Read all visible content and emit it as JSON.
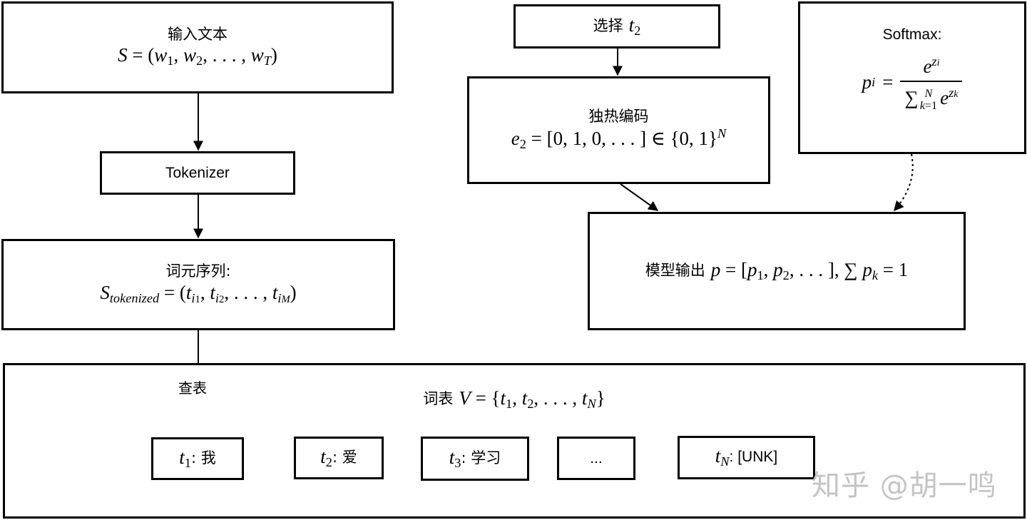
{
  "input_box": {
    "title": "输入文本",
    "formula": "S = (w1, w2, ..., wT)"
  },
  "tokenizer_box": {
    "label": "Tokenizer"
  },
  "token_seq_box": {
    "title": "词元序列:",
    "formula": "S_tokenized = (t_i1, t_i2, ..., t_iM)"
  },
  "select_box": {
    "title": "选择",
    "formula": "t2"
  },
  "onehot_box": {
    "title": "独热编码",
    "formula": "e2 = [0, 1, 0, ...] ∈ {0, 1}^N"
  },
  "softmax_box": {
    "title": "Softmax:",
    "formula": "p_i = e^z_i / Σ_{k=1}^{N} e^z_k"
  },
  "output_box": {
    "title": "模型输出",
    "formula": "p = [p1, p2, ...], Σ p_k = 1"
  },
  "lookup_label": "查表",
  "vocab_box": {
    "title": "词表",
    "formula": "V = {t1, t2, ..., tN}",
    "tokens": [
      {
        "symbol": "t1",
        "text": ": 我"
      },
      {
        "symbol": "t2",
        "text": ": 爱"
      },
      {
        "symbol": "t3",
        "text": ": 学习"
      },
      {
        "symbol": "",
        "text": "..."
      },
      {
        "symbol": "tN",
        "text": ": [UNK]"
      }
    ]
  },
  "watermark": "知乎 @胡一鸣",
  "colors": {
    "stroke": "#000000",
    "background": "#ffffff",
    "watermark": "#c4c4c4"
  }
}
